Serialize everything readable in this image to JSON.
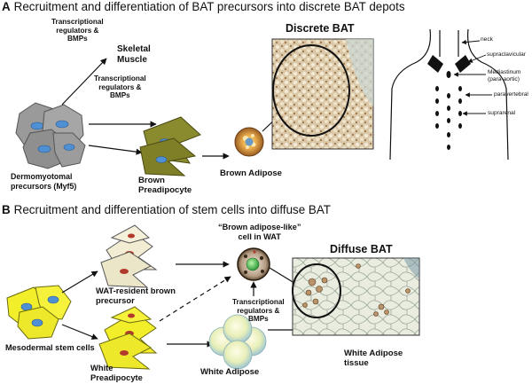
{
  "panel_a": {
    "letter": "A",
    "title": "Recruitment and differentiation of BAT precursors into discrete BAT depots",
    "transcriptional_top": [
      "Transcriptional",
      "regulators &",
      "BMPs"
    ],
    "skeletal_muscle": [
      "Skeletal",
      "Muscle"
    ],
    "transcriptional_mid": [
      "Transcriptional",
      "regulators &",
      "BMPs"
    ],
    "dermomyotomal": [
      "Dermomyotomal",
      "precursors (Myf5)"
    ],
    "brown_preadipocyte": [
      "Brown",
      "Preadipocyte"
    ],
    "brown_adipose": "Brown Adipose",
    "discrete_bat": "Discrete BAT",
    "anatomy": {
      "neck": "neck",
      "supraclavicular": "supraclavicular",
      "mediastinum": [
        "Mediastinum",
        "(para-aortic)"
      ],
      "paravertebral": "paravertebral",
      "suprarenal": "suprarenal"
    }
  },
  "panel_b": {
    "letter": "B",
    "title": "Recruitment and differentiation of stem cells into diffuse BAT",
    "brown_like": [
      "“Brown adipose-like”",
      "cell in WAT"
    ],
    "diffuse_bat": "Diffuse BAT",
    "wat_resident": [
      "WAT-resident brown",
      "precursor"
    ],
    "transcriptional": [
      "Transcriptional",
      "regulators &",
      "BMPs"
    ],
    "mesodermal": "Mesodermal stem cells",
    "white_preadipocyte": [
      "White",
      "Preadipocyte"
    ],
    "white_adipose": "White Adipose",
    "white_adipose_tissue": [
      "White Adipose",
      "tissue"
    ]
  },
  "colors": {
    "text": "#111111",
    "gray_cell": "#9a9a9a",
    "gray_cell_edge": "#555555",
    "brown_cell": "#8a8a2e",
    "brown_cell_edge": "#4a4a12",
    "nucleus": "#4f8fd4",
    "cream_cell": "#f1ecd2",
    "yellow_cell": "#f3ee2a",
    "red_nucleus": "#b23a2c",
    "tissue_brown": "#b9946a",
    "tissue_white": "#d9dccb"
  }
}
